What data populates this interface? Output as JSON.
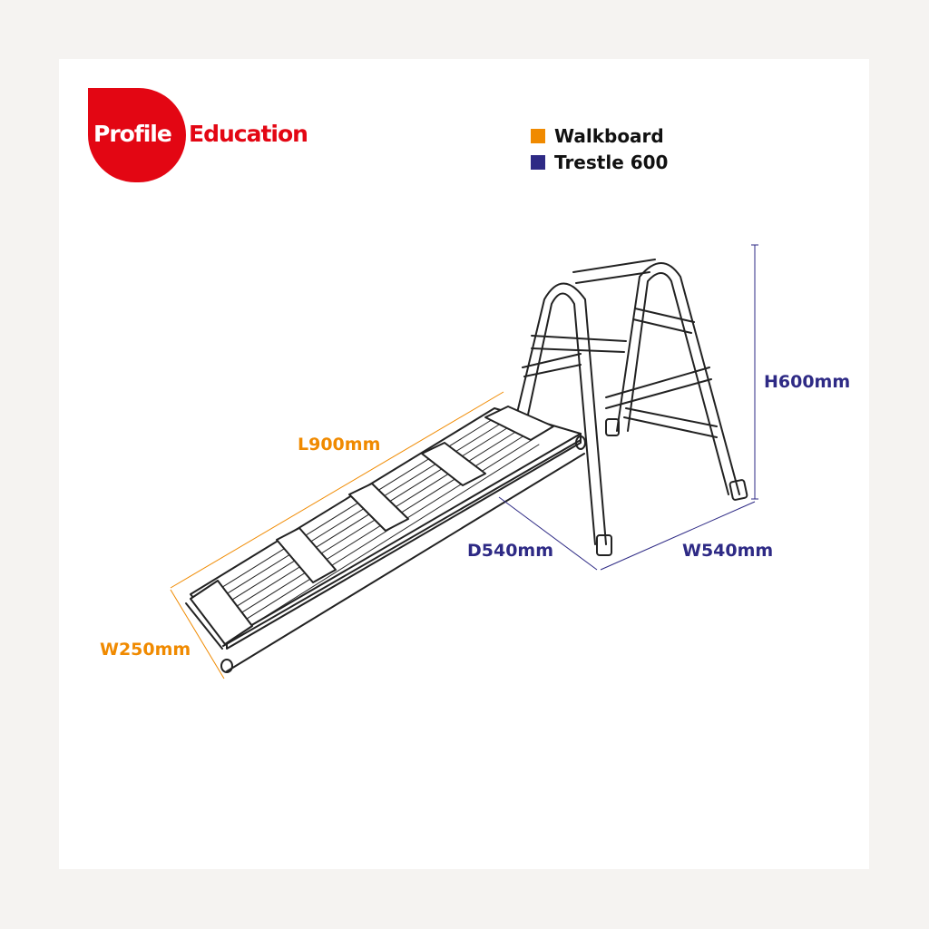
{
  "brand": {
    "word1": "Profile",
    "word2": "Education"
  },
  "legend": [
    {
      "label": "Walkboard",
      "color": "#f08a00"
    },
    {
      "label": "Trestle 600",
      "color": "#2e2a85"
    }
  ],
  "dimensions": {
    "length": "L900mm",
    "board_width": "W250mm",
    "depth": "D540mm",
    "trestle_width": "W540mm",
    "height": "H600mm"
  },
  "colors": {
    "background": "#f5f3f1",
    "brand_red": "#e30613",
    "walkboard": "#f08a00",
    "trestle": "#2e2a85"
  }
}
